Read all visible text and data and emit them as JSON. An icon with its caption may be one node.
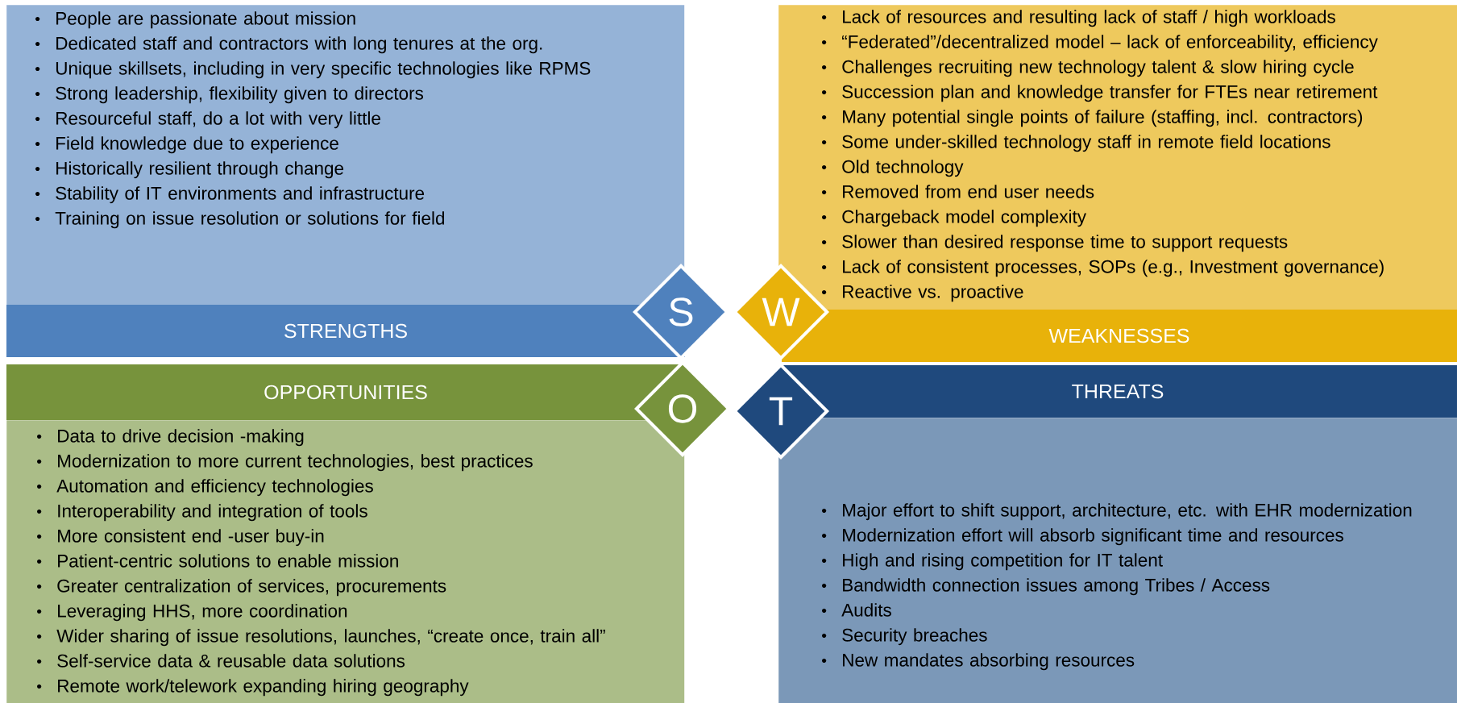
{
  "diagram": {
    "nodes": [
      {
        "text": [
          "People are passionate about mission",
          "Dedicated staff and contractors with long tenures at the org.",
          "Unique skillsets, including in very specific technologies like RPMS",
          "Strong leadership, flexibility given to directors",
          "Resourceful staff, do a lot with very little",
          "Field knowledge due to experience",
          "Historically resilient through change",
          "Stability of IT environments and infrastructure",
          "Training on issue resolution or solutions for field"
        ]
      },
      {
        "text": [
          "Lack of resources and resulting lack of staff / high workloads",
          "“Federated”/decentralized model  – lack of enforceability, efficiency",
          "Challenges recruiting new technology talent & slow hiring cycle",
          "Succession plan and knowledge transfer for FTEs near retirement",
          "Many potential single points of failure (staffing, incl. contractors)",
          "Some under-skilled technology staff in remote field locations",
          "Old technology",
          "Removed from end user needs",
          "Chargeback model complexity",
          "Slower than desired response time to support requests",
          "Lack of consistent processes, SOPs (e.g., Investment governance)",
          "Reactive vs. proactive"
        ]
      },
      {
        "text": [
          "STRENGTHS"
        ]
      },
      {
        "text": [
          "S"
        ]
      },
      {
        "text": [
          "W"
        ]
      },
      {
        "text": [
          "WEAKNESSES"
        ]
      },
      {
        "text": [
          "OPPORTUNITIES"
        ]
      },
      {
        "text": [
          "O"
        ]
      },
      {
        "text": [
          "T"
        ]
      },
      {
        "text": [
          "THREATS"
        ]
      },
      {
        "text": [
          "Data to drive decision -making",
          "Modernization to more current technologies, best practices",
          "Automation and efficiency technologies",
          "Interoperability and integration of tools",
          "More consistent end -user buy-in",
          "Patient-centric solutions to enable mission",
          "Greater centralization of services, procurements",
          "Leveraging HHS, more coordination",
          "Wider sharing of issue resolutions, launches, “create once, train all”",
          "Self-service data & reusable data solutions",
          "Remote work/telework expanding hiring geography"
        ]
      },
      {
        "text": [
          "Major effort to shift support, architecture, etc. with EHR modernization",
          "Modernization effort will absorb significant time and resources",
          "High and rising competition for IT talent",
          "Bandwidth connection issues among Tribes / Access",
          "Audits",
          "Security breaches",
          "New mandates absorbing resources"
        ]
      }
    ]
  }
}
